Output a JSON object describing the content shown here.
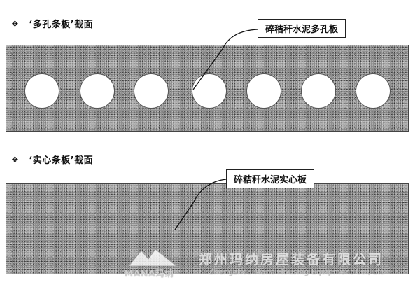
{
  "hollow_section": {
    "bullet": "❖",
    "title": "‘多孔条板’截面",
    "callout": "碎秸秆水泥多孔板",
    "hole_count": 7
  },
  "solid_section": {
    "bullet": "❖",
    "title": "‘实心条板’截面",
    "callout": "碎秸秆水泥实心板"
  },
  "watermark": {
    "brand": "MANA",
    "brand_cn": "玛纳",
    "company": "郑州玛纳房屋装备有限公司",
    "company_en": "Zhengzhou Mana Housing Equipment Co., Ltd"
  }
}
